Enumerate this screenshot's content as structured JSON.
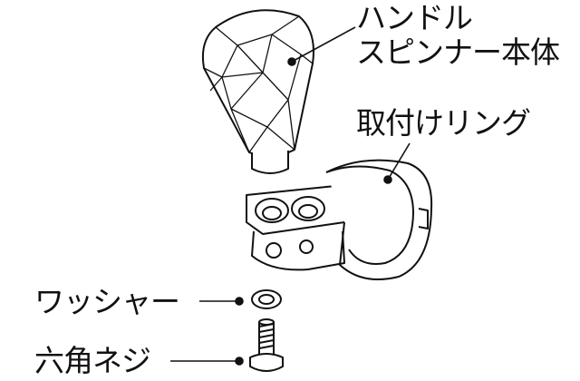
{
  "labels": {
    "knob_line1": "ハンドル",
    "knob_line2": "スピンナー本体",
    "ring": "取付けリング",
    "washer": "ワッシャー",
    "bolt": "六角ネジ"
  },
  "colors": {
    "line": "#111111",
    "background": "#ffffff"
  }
}
